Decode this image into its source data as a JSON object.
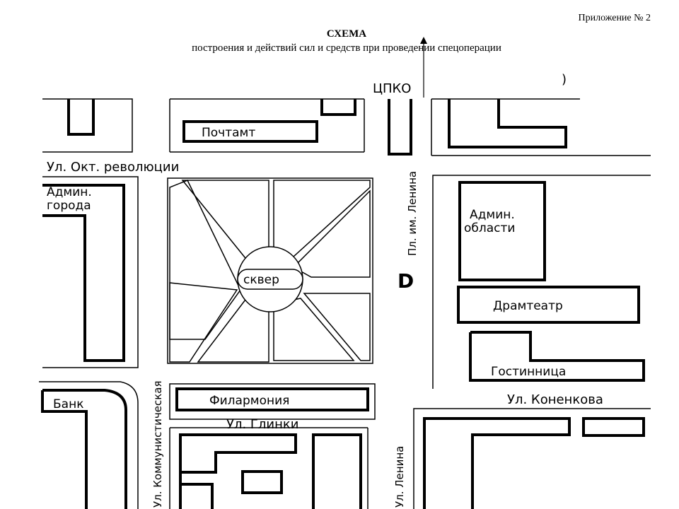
{
  "header": {
    "appendix": "Приложение № 2",
    "title": "СХЕМА",
    "subtitle": "построения и действий сил и средств при проведении спецоперации"
  },
  "streets": {
    "okt_revolution": "Ул. Окт. революции",
    "konenkova": "Ул. Коненкова",
    "glinki": "Ул. Глинки",
    "kommunisticheskaya": "Ул. Коммунистическая",
    "pl_lenina": "Пл. им. Ленина",
    "ul_lenina": "Ул. Ленина"
  },
  "buildings": {
    "tspko": "ЦПКО",
    "pochtamt": "Почтамт",
    "admin_goroda_1": "Админ.",
    "admin_goroda_2": "города",
    "admin_oblasti_1": "Админ.",
    "admin_oblasti_2": "области",
    "dramteatr": "Драмтеатр",
    "gostinitsa": "Гостинница",
    "filarmoniya": "Филармония",
    "bank": "Банк",
    "skver": "сквер"
  },
  "markers": {
    "tribune_glyph": "D",
    "corner_glyph": ")"
  },
  "colors": {
    "ink": "#000000",
    "background": "#ffffff"
  }
}
